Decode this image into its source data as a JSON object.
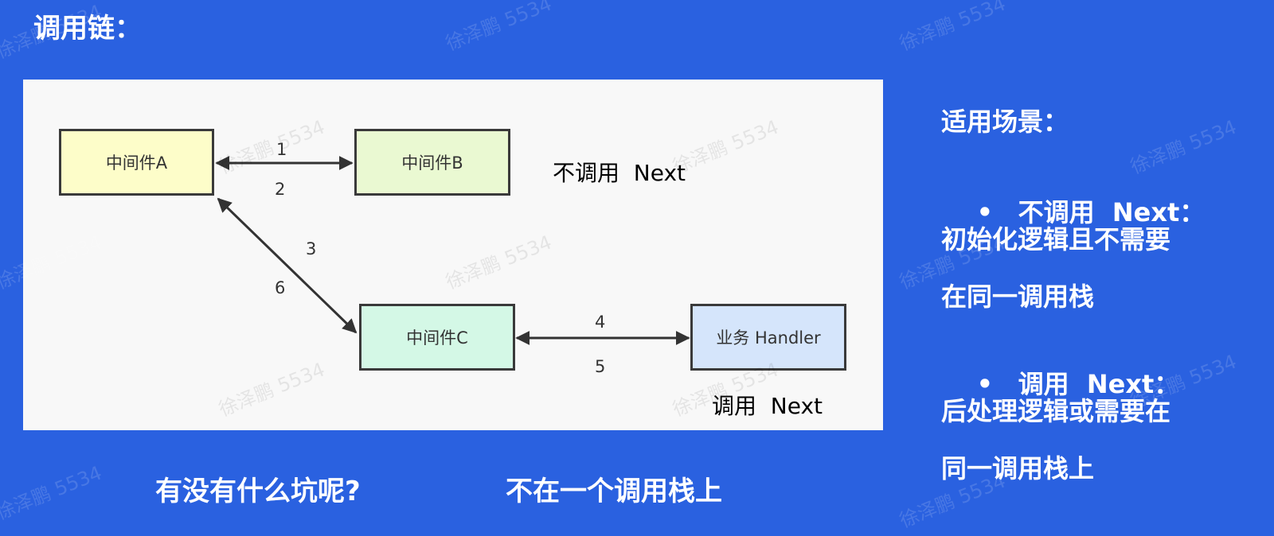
{
  "title": "调用链：",
  "diagram": {
    "nodes": {
      "a": "中间件A",
      "b": "中间件B",
      "c": "中间件C",
      "handler": "业务 Handler"
    },
    "edge_labels": [
      "1",
      "2",
      "3",
      "6",
      "4",
      "5"
    ],
    "notes": {
      "no_next": "不调用  Next",
      "call_next": "调用  Next"
    },
    "colors": {
      "a": "#fdfdc9",
      "b": "#eaf9d2",
      "c": "#d4f8e6",
      "handler": "#d5e5fb",
      "border": "#3a3a3a",
      "panel": "#f8f8f8"
    }
  },
  "sidebar": {
    "heading": "适用场景：",
    "bullet_glyph": "•",
    "item1_label": "不调用  Next：",
    "item1_desc_line1": "初始化逻辑且不需要",
    "item1_desc_line2": "在同一调用栈",
    "item2_label": "调用  Next：",
    "item2_desc_line1": "后处理逻辑或需要在",
    "item2_desc_line2": "同一调用栈上"
  },
  "bottom": {
    "question": "有没有什么坑呢?",
    "answer": "不在一个调用栈上"
  },
  "watermark": "徐泽鹏 5534",
  "theme": {
    "background": "#2a61e0"
  }
}
